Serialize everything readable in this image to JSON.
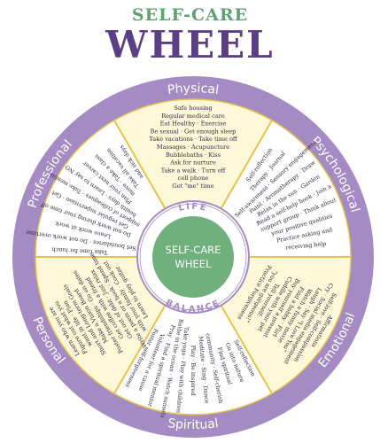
{
  "title": {
    "line1": "SELF-CARE",
    "line2": "WHEEL"
  },
  "colors": {
    "rim": "#a58bc4",
    "segment_light": "#fdf8d8",
    "segment_white": "#ffffff",
    "divider": "#e6c24e",
    "ring": "#a58bc4",
    "center": "#6fb07c",
    "title_green": "#5ea36f",
    "title_purple": "#5b3f86",
    "text": "#33283f"
  },
  "wheel": {
    "center_line1": "SELF-CARE",
    "center_line2": "WHEEL",
    "ring_top": "LIFE",
    "ring_bottom": "BALANCE"
  },
  "segments": [
    {
      "name": "Physical",
      "items": [
        "Safe housing",
        "Regular medical care",
        "Eat Healthy · Exercise",
        "Be sexual · Get enough sleep",
        "Take vacations · Take time off",
        "Massages · Acupuncture",
        "Bubblebaths · Kiss",
        "Ask for nurture",
        "Take a walk · Turn off",
        "cell phone",
        "Get \"me\" time"
      ]
    },
    {
      "name": "Psychological",
      "items": [
        "Self-reflection",
        "Therapy · Journal",
        "Self-awareness · Sensory engagement",
        "Paint · Aromatherapy · Draw",
        "Relax in the sun · Garden",
        "Read a self-help book · Join a",
        "support group · Think about",
        "your positive qualities",
        "Practice asking and",
        "receiving help"
      ]
    },
    {
      "name": "Emotional",
      "items": [
        "Affirmations",
        "Self-love · Self-compassion",
        "Cry · Social media engagement",
        "Laugh · Say \"I Love You\"",
        "Watch a funny movie",
        "Find a hobby · Flirt",
        "Buy yourself a present",
        "Cuddle with your pet",
        "Tell yourself:",
        "\"you are gorgeous!\"",
        "Practice Forgiveness"
      ]
    },
    {
      "name": "Spiritual",
      "items": [
        "Self-reflection",
        "Go into nature",
        "Find spiritual",
        "community · Self-cherish",
        "Meditate · Sing · Dance",
        "Play · Be inspired",
        "Take yoga · Play with children",
        "Bathe in the ocean · Watch sunsets",
        "Pray · Find a spiritual mentor",
        "Volunteer for a cause",
        "Foster self-forgiveness"
      ]
    },
    {
      "name": "Personal",
      "items": [
        "Learn who you are",
        "Figure out what you",
        "want in life · Plan",
        "Short and Long-term Goals",
        "Make a Vision Board",
        "Foster friendships · Go on dates",
        "Get coffee with a friend",
        "Get out of debt · Just relax",
        "Write a poem or a book · Spend time",
        "with your family · Cook out",
        "Learn to play guitar"
      ]
    },
    {
      "name": "Professional",
      "items": [
        "Take time for lunch",
        "Set boundaries · Do not work overtime",
        "Leave work at work",
        "Do not work during your time off",
        "Get regular supervision · Get",
        "support of colleagues · Take mental",
        "health days · Learn to say NO",
        "Plan your next career",
        "move · Take a class",
        "Take all vacation",
        "and sick days"
      ]
    }
  ]
}
